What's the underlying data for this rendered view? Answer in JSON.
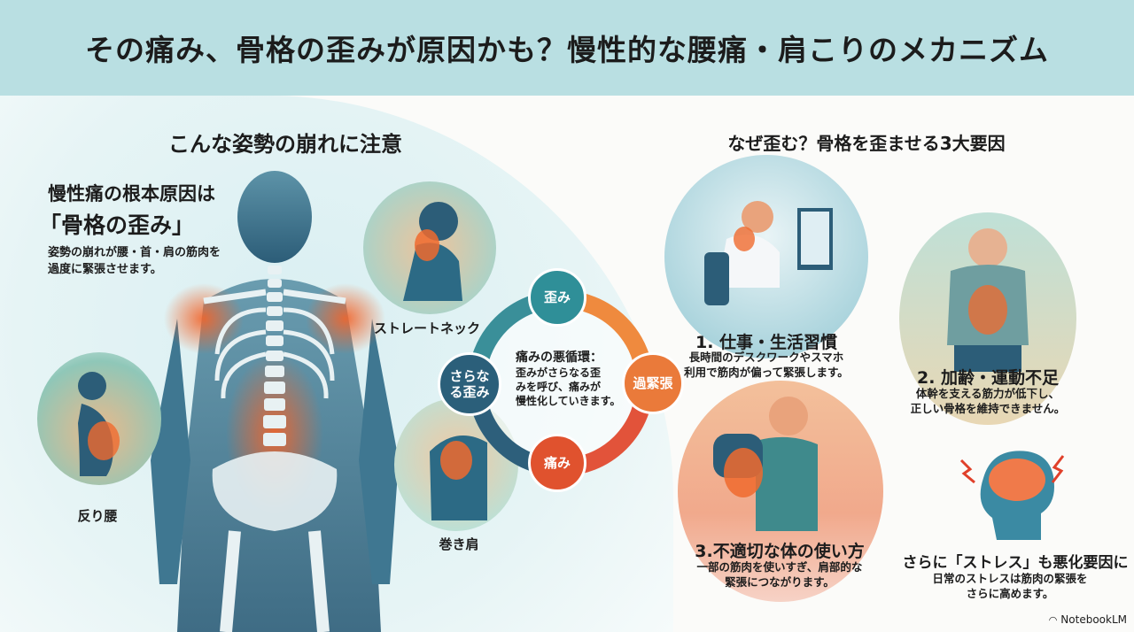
{
  "title": "その痛み、骨格の歪みが原因かも？慢性的な腰痛・肩こりのメカニズム",
  "left": {
    "heading": "こんな姿勢の崩れに注意",
    "cause_line1": "慢性痛の根本原因は",
    "cause_line2": "「骨格の歪み」",
    "cause_desc1": "姿勢の崩れが腰・首・肩の筋肉を",
    "cause_desc2": "過度に緊張させます。",
    "postures": [
      {
        "label": "反り腰"
      },
      {
        "label": "ストレートネック"
      },
      {
        "label": "巻き肩"
      }
    ]
  },
  "cycle": {
    "title": "痛みの悪循環：",
    "desc1": "歪みがさらなる歪",
    "desc2": "みを呼び、痛みが",
    "desc3": "慢性化していきます。",
    "nodes": [
      {
        "label": "歪み",
        "color": "#2f8f98"
      },
      {
        "label": "過緊張",
        "color": "#ea7a3a"
      },
      {
        "label": "痛み",
        "color": "#e0522e"
      },
      {
        "label": "さらなる歪み",
        "color": "#2b5f7a"
      }
    ]
  },
  "right": {
    "heading": "なぜ歪む？骨格を歪ませる3大要因",
    "factors": [
      {
        "title": "1. 仕事・生活習慣",
        "desc1": "長時間のデスクワークやスマホ",
        "desc2": "利用で筋肉が偏って緊張します。"
      },
      {
        "title": "2. 加齢・運動不足",
        "desc1": "体幹を支える筋力が低下し、",
        "desc2": "正しい骨格を維持できません。"
      },
      {
        "title": "3.不適切な体の使い方",
        "desc1": "一部の筋肉を使いすぎ、肩部的な",
        "desc2": "緊張につながります。"
      }
    ],
    "stress": {
      "title": "さらに「ストレス」も悪化要因に",
      "desc1": "日常のストレスは筋肉の緊張を",
      "desc2": "さらに高めます。"
    }
  },
  "brand": "NotebookLM"
}
